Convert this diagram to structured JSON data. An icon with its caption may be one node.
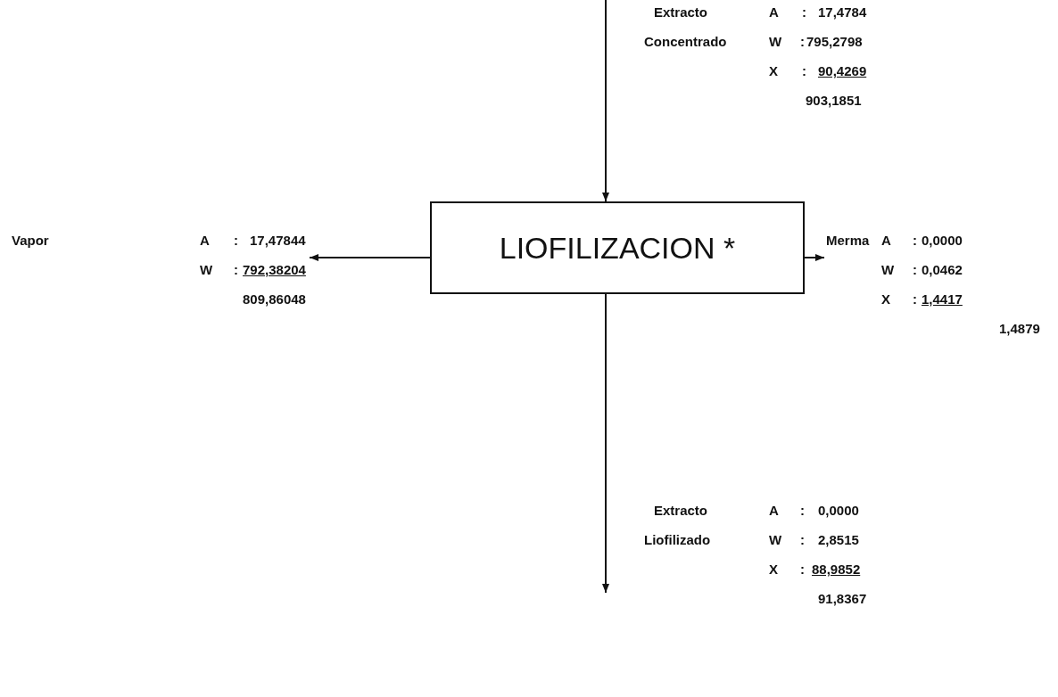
{
  "diagram": {
    "nodes": [
      {
        "text": [
          "LIOFILIZACION *"
        ]
      },
      {
        "text": [
          "Extracto",
          "A",
          ":",
          "17,4784",
          "Concentrado",
          "W",
          ":",
          "795,2798",
          "X",
          ":",
          "90,4269",
          "903,1851"
        ]
      },
      {
        "text": [
          "Vapor",
          "A",
          ":",
          "17,47844",
          "W",
          ":",
          "792,38204",
          "809,86048"
        ]
      },
      {
        "text": [
          "Merma",
          "A",
          ":",
          "0,0000",
          "W",
          ":",
          "0,0462",
          "X",
          ":",
          "1,4417",
          "1,4879"
        ]
      },
      {
        "text": [
          "Extracto",
          "A",
          ":",
          "0,0000",
          "Liofilizado",
          "W",
          ":",
          "2,8515",
          "X",
          ":",
          "88,9852",
          "91,8367"
        ]
      }
    ],
    "edges": [
      {
        "from": null,
        "to": 0,
        "arrow": "to"
      },
      {
        "from": 0,
        "to": 2,
        "arrow": "to"
      },
      {
        "from": 0,
        "to": 3,
        "arrow": "to"
      },
      {
        "from": 0,
        "to": null,
        "arrow": "to"
      }
    ]
  }
}
